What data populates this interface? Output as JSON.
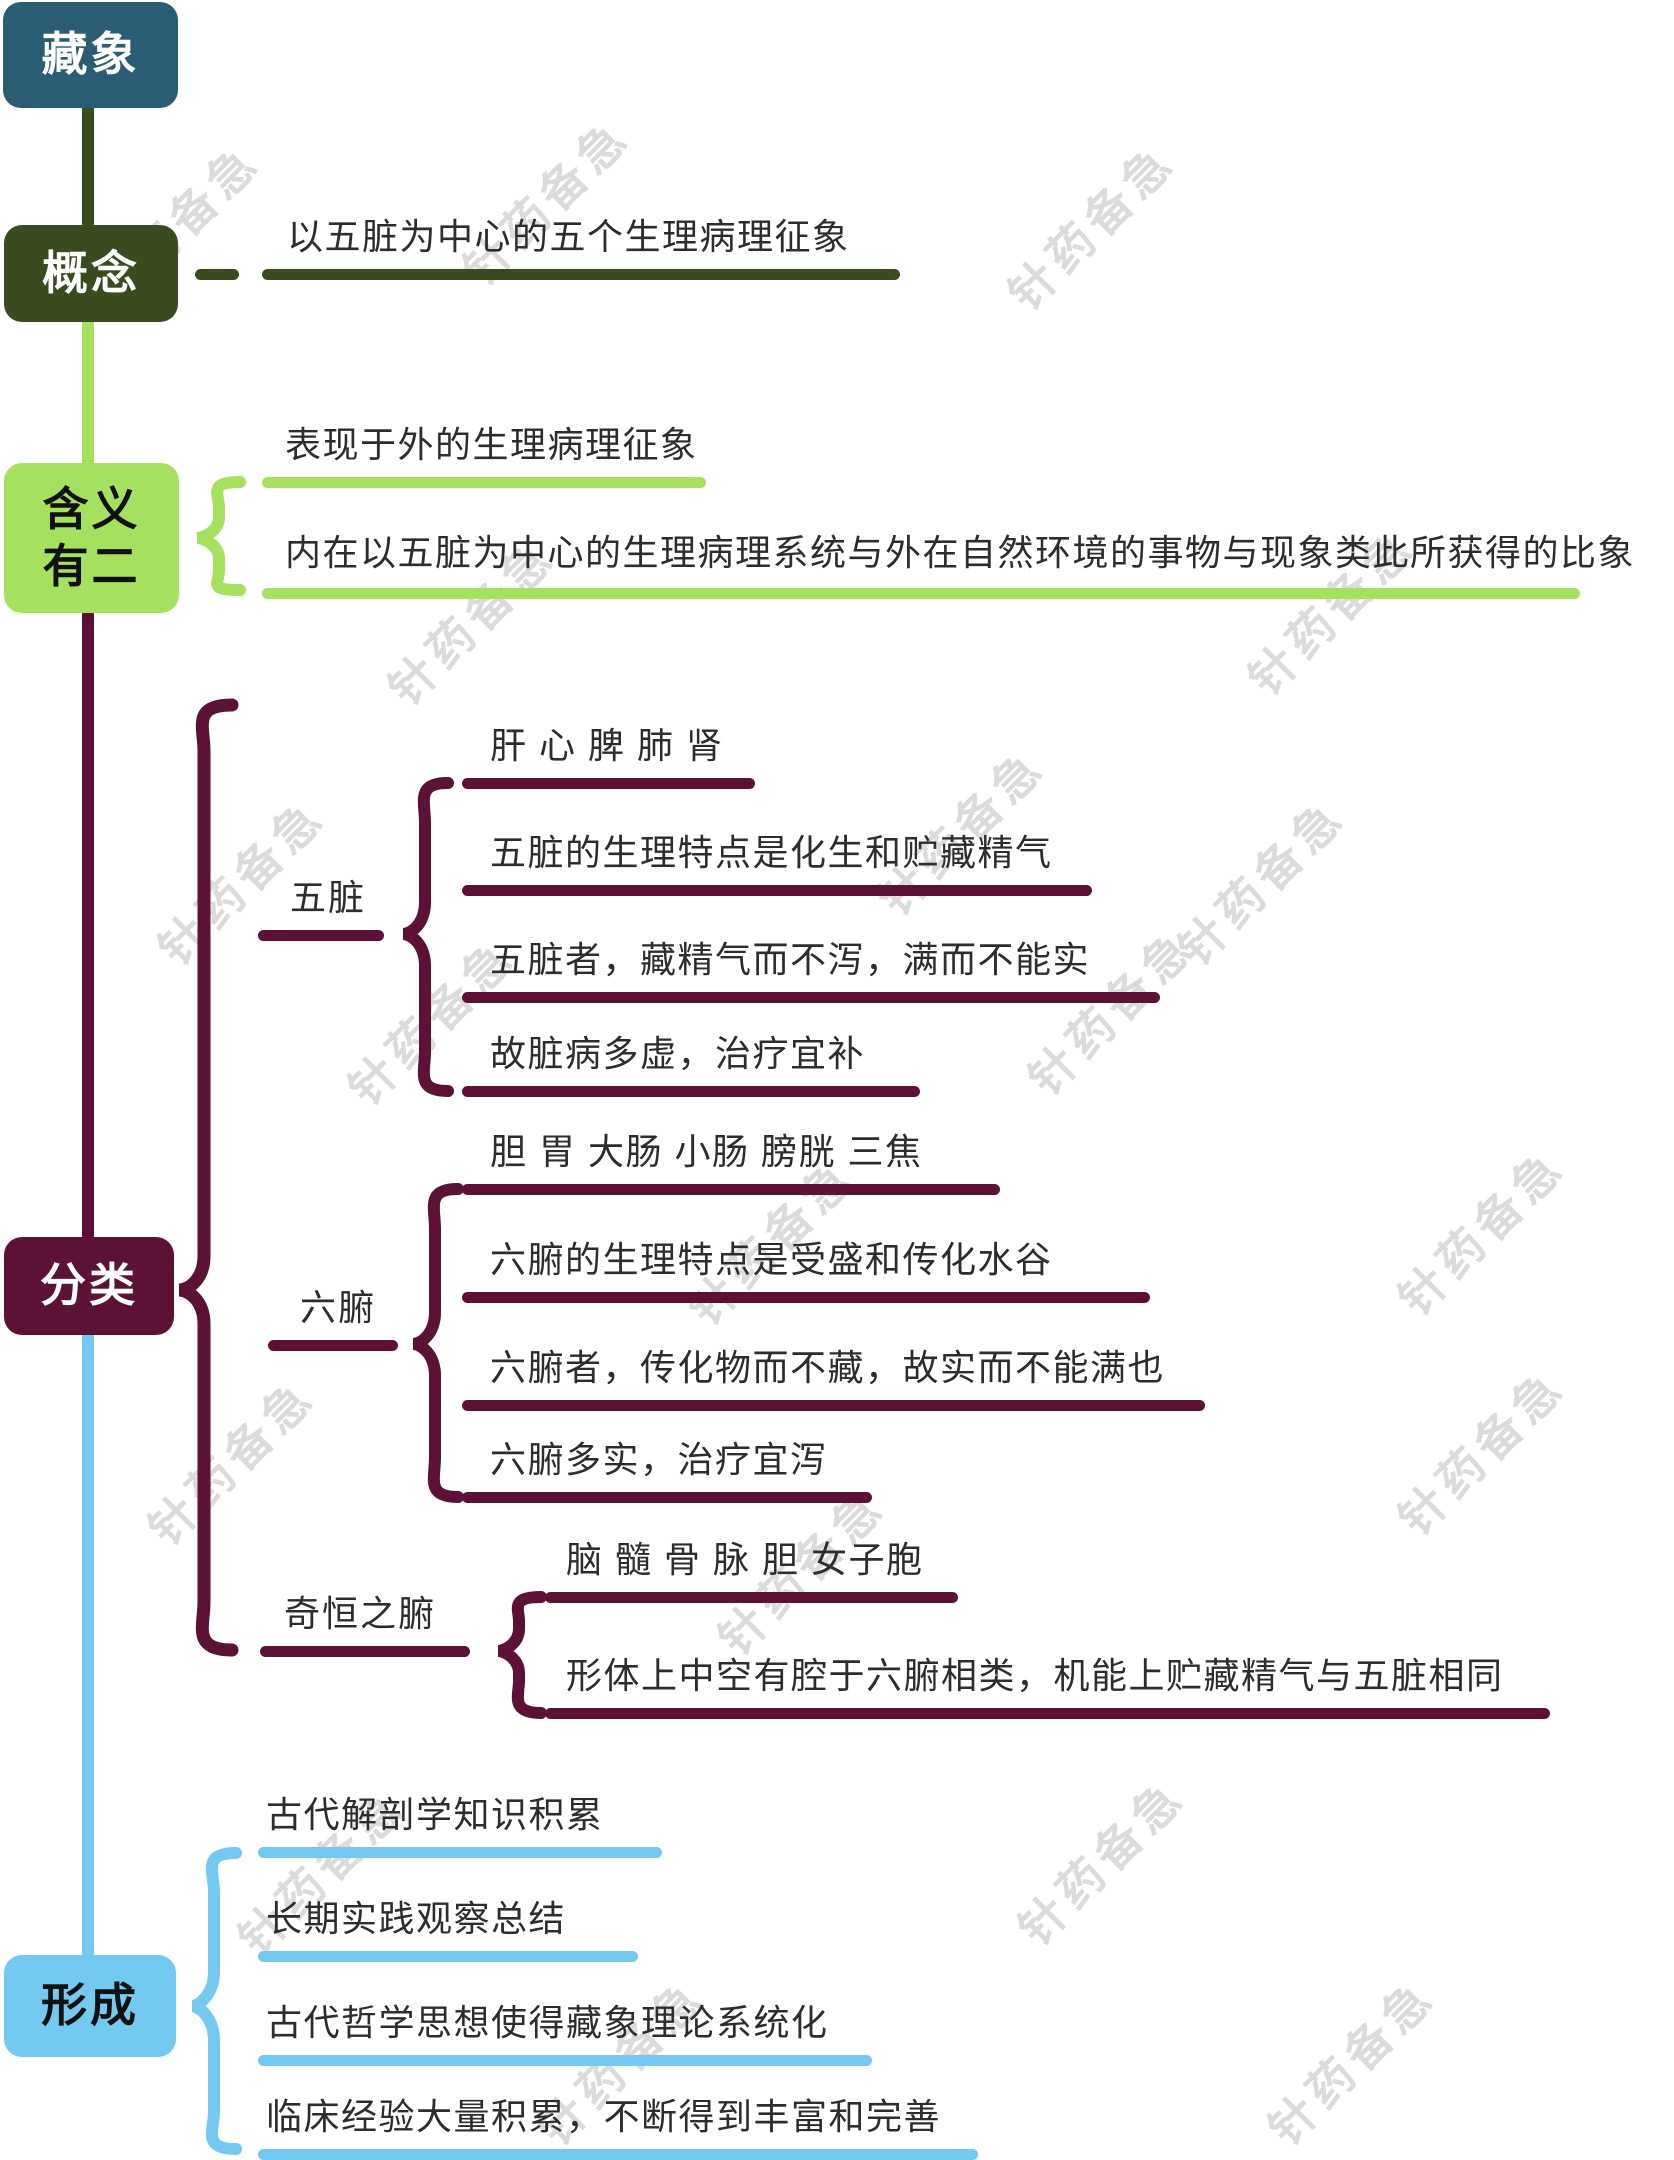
{
  "watermark": {
    "text": "针药备急"
  },
  "root": {
    "label": "藏象"
  },
  "concept": {
    "label": "概念",
    "items": [
      "以五脏为中心的五个生理病理征象"
    ]
  },
  "meaning": {
    "label_line1": "含义",
    "label_line2": "有二",
    "items": [
      "表现于外的生理病理征象",
      "内在以五脏为中心的生理病理系统与外在自然环境的事物与现象类此所获得的比象"
    ]
  },
  "classification": {
    "label": "分类",
    "children": [
      {
        "label": "五脏",
        "items": [
          "肝 心 脾 肺 肾",
          "五脏的生理特点是化生和贮藏精气",
          "五脏者，藏精气而不泻，满而不能实",
          "故脏病多虚，治疗宜补"
        ]
      },
      {
        "label": "六腑",
        "items": [
          "胆 胃 大肠 小肠 膀胱 三焦",
          "六腑的生理特点是受盛和传化水谷",
          "六腑者，传化物而不藏，故实而不能满也",
          "六腑多实，治疗宜泻"
        ]
      },
      {
        "label": "奇恒之腑",
        "items": [
          "脑 髓 骨 脉 胆 女子胞",
          "形体上中空有腔于六腑相类，机能上贮藏精气与五脏相同"
        ]
      }
    ]
  },
  "formation": {
    "label": "形成",
    "items": [
      "古代解剖学知识积累",
      "长期实践观察总结",
      "古代哲学思想使得藏象理论系统化",
      "临床经验大量积累，不断得到丰富和完善"
    ]
  },
  "colors": {
    "root": "#2a5c74",
    "concept": "#3b4b20",
    "meaning": "#a5e15f",
    "classification": "#5c1237",
    "formation": "#74c9f1",
    "text": "#2d2d2d",
    "watermark": "#dbdbdb"
  }
}
